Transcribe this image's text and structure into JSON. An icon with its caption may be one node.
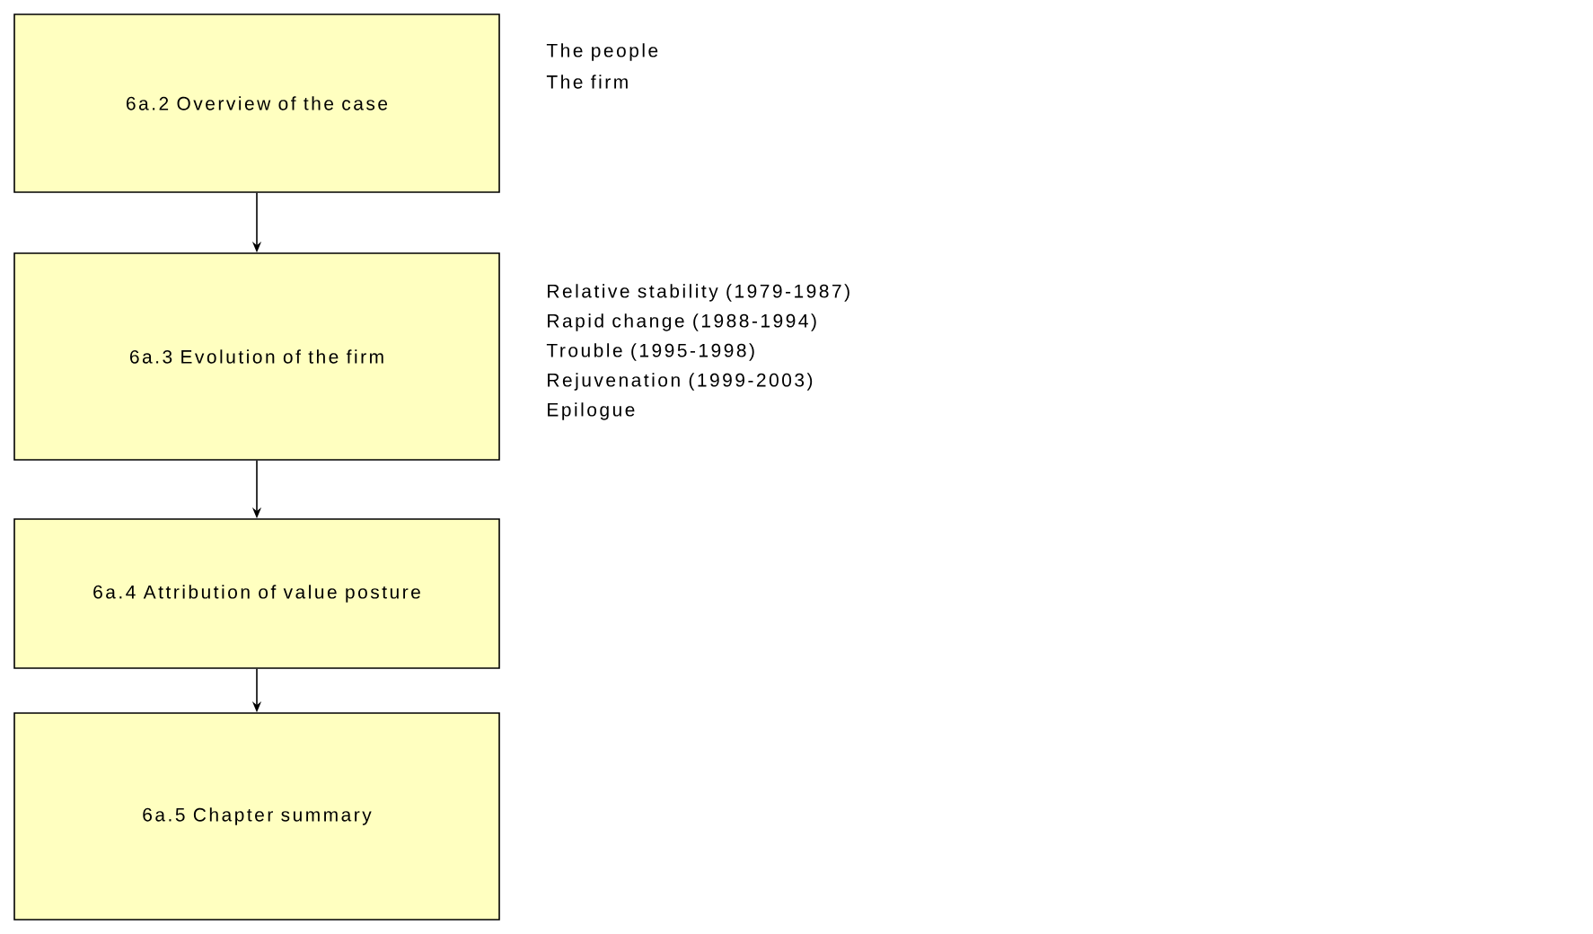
{
  "diagram": {
    "nodes": [
      {
        "text": [
          "6a.2 Overview of the case"
        ],
        "beside": [
          "The people",
          "The firm"
        ]
      },
      {
        "text": [
          "6a.3 Evolution of the firm"
        ],
        "beside": [
          "Relative stability (1979-1987)",
          "Rapid change (1988-1994)",
          "Trouble (1995-1998)",
          "Rejuvenation (1999-2003)",
          "Epilogue"
        ]
      },
      {
        "text": [
          "6a.4 Attribution of value posture"
        ]
      },
      {
        "text": [
          "6a.5 Chapter summary"
        ]
      }
    ],
    "edges": [
      {
        "from": 0,
        "to": 1,
        "arrow": "to"
      },
      {
        "from": 1,
        "to": 2,
        "arrow": "to"
      },
      {
        "from": 2,
        "to": 3,
        "arrow": "to"
      }
    ]
  }
}
